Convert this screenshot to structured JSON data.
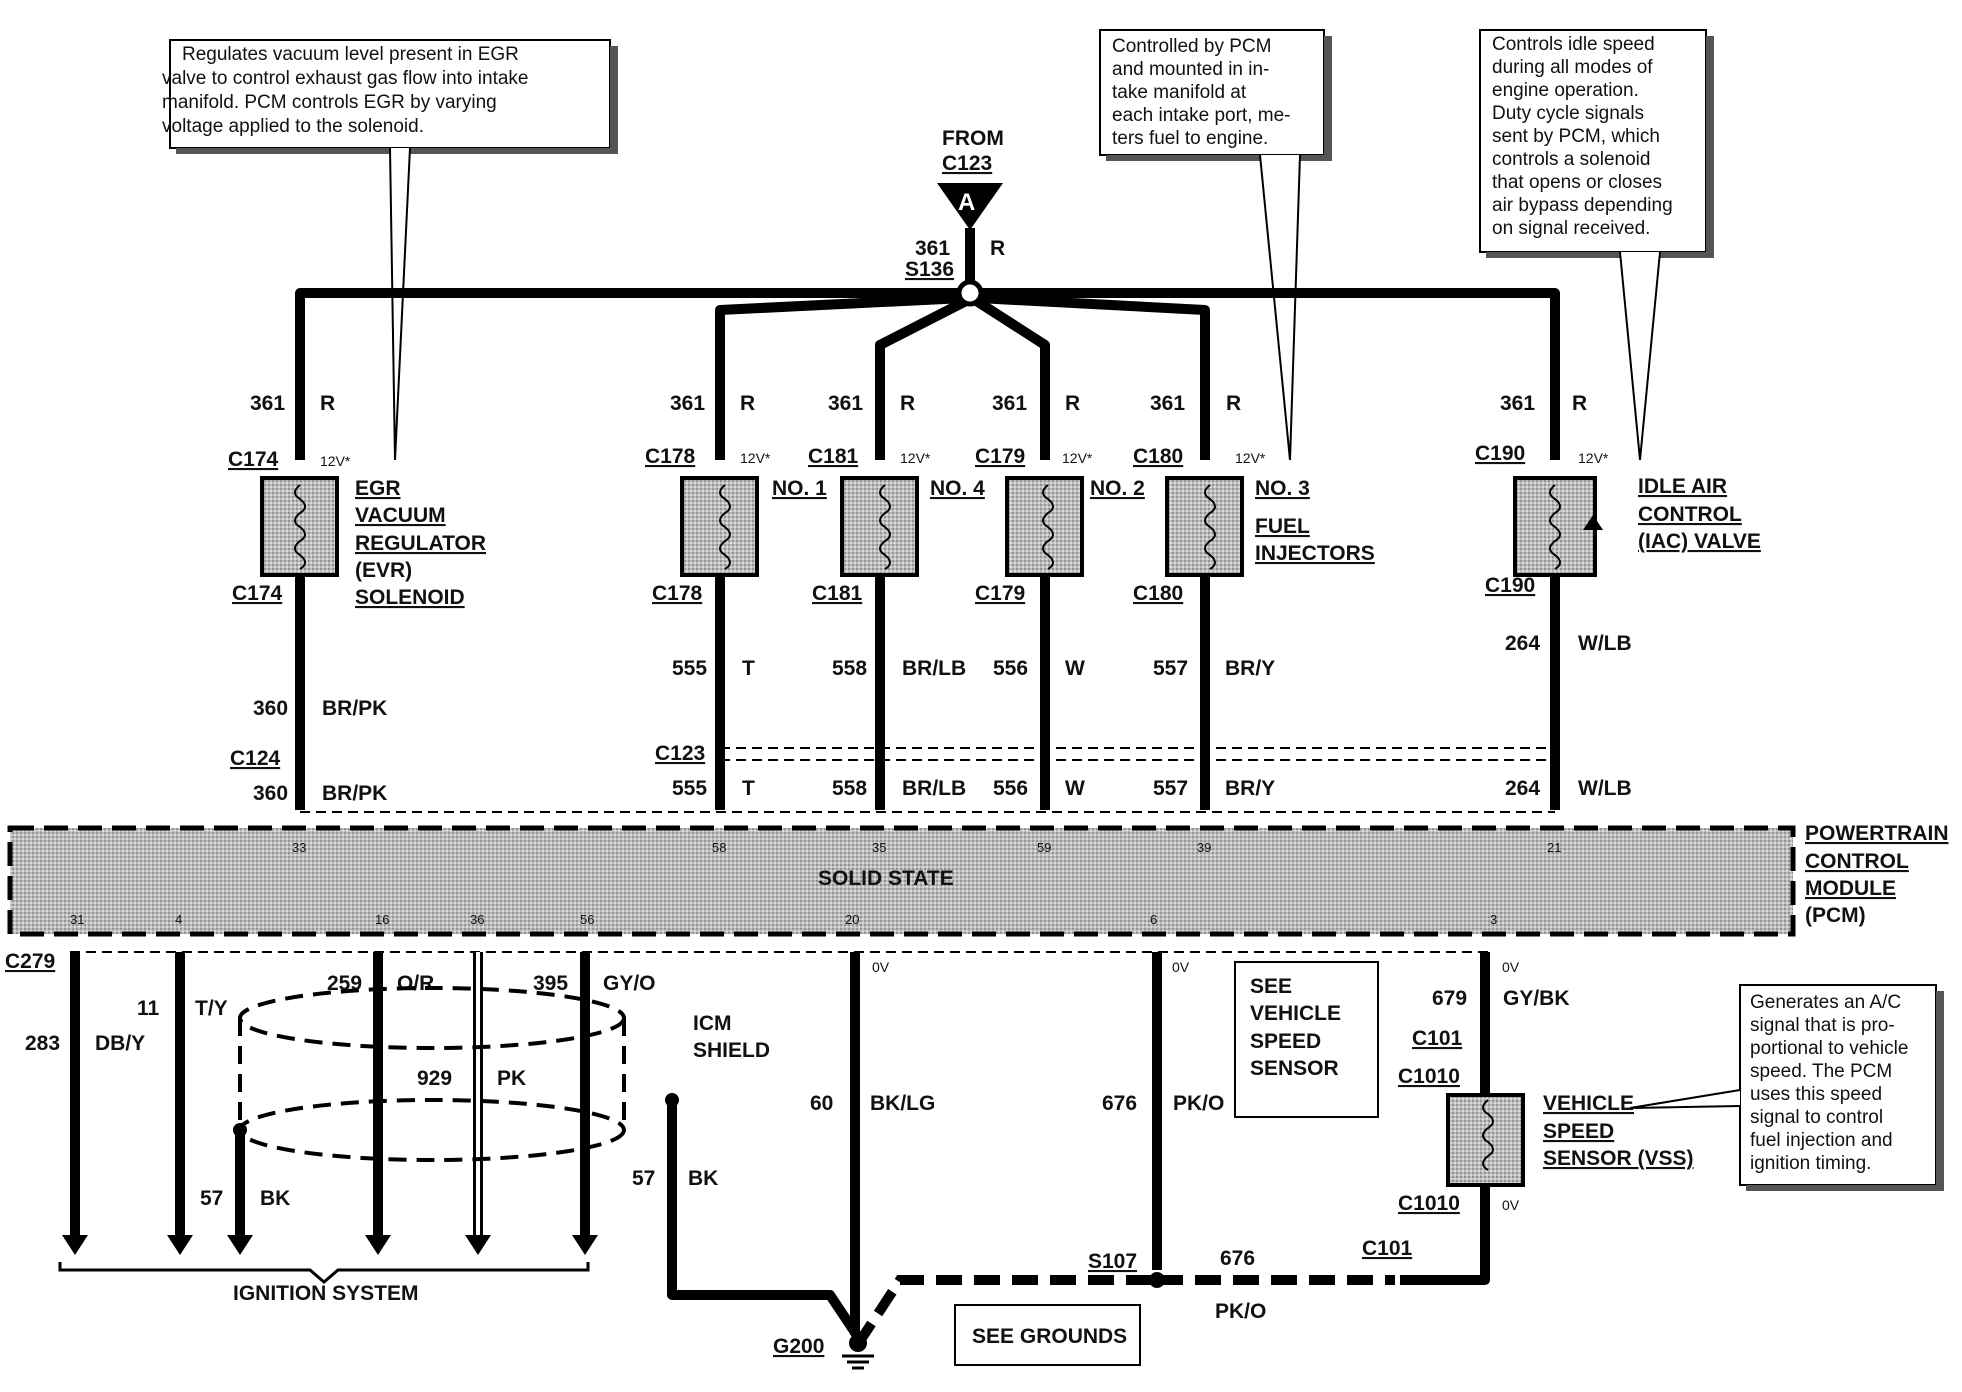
{
  "source": {
    "from": "FROM",
    "connector": "C123",
    "marker": "A",
    "circuit": "361",
    "color": "R",
    "splice": "S136"
  },
  "notes": {
    "egr": [
      "Regulates vacuum level present in EGR",
      "valve to control exhaust gas flow into intake",
      "manifold. PCM controls EGR by varying",
      "voltage applied to the solenoid."
    ],
    "injectors": [
      "Controlled by PCM",
      "and mounted in in-",
      "take manifold at",
      "each intake port, me-",
      "ters fuel to engine."
    ],
    "iac": [
      "Controls idle speed",
      "during all modes of",
      "engine operation.",
      "Duty cycle signals",
      "sent by PCM, which",
      "controls a solenoid",
      "that opens or closes",
      "air bypass depending",
      "on signal received."
    ],
    "vss": [
      "Generates an A/C",
      "signal that is pro-",
      "portional to vehicle",
      "speed. The PCM",
      "uses this speed",
      "signal to control",
      "fuel injection and",
      "ignition timing."
    ]
  },
  "upper_branches": [
    {
      "id": "egr",
      "circuit": "361",
      "color": "R",
      "conn_top": "C174",
      "voltage": "12V*",
      "conn_bottom": "C174",
      "label_lines": [
        "EGR",
        "VACUUM",
        "REGULATOR",
        "(EVR)",
        "SOLENOID"
      ],
      "lower_circuit": "360",
      "lower_color": "BR/PK",
      "inline_conn": "C124",
      "pcm_circuit": "360",
      "pcm_color": "BR/PK",
      "pcm_pin": "33"
    },
    {
      "id": "inj1",
      "circuit": "361",
      "color": "R",
      "conn_top": "C178",
      "voltage": "12V*",
      "conn_bottom": "C178",
      "label_lines": [
        "NO. 1"
      ],
      "lower_circuit": "555",
      "lower_color": "T",
      "pcm_circuit": "555",
      "pcm_color": "T",
      "pcm_pin": "58"
    },
    {
      "id": "inj4",
      "circuit": "361",
      "color": "R",
      "conn_top": "C181",
      "voltage": "12V*",
      "conn_bottom": "C181",
      "label_lines": [
        "NO. 4"
      ],
      "lower_circuit": "558",
      "lower_color": "BR/LB",
      "pcm_circuit": "558",
      "pcm_color": "BR/LB",
      "pcm_pin": "35"
    },
    {
      "id": "inj2",
      "circuit": "361",
      "color": "R",
      "conn_top": "C179",
      "voltage": "12V*",
      "conn_bottom": "C179",
      "label_lines": [
        "NO. 2"
      ],
      "lower_circuit": "556",
      "lower_color": "W",
      "pcm_circuit": "556",
      "pcm_color": "W",
      "pcm_pin": "59"
    },
    {
      "id": "inj3",
      "circuit": "361",
      "color": "R",
      "conn_top": "C180",
      "voltage": "12V*",
      "conn_bottom": "C180",
      "label_lines": [
        "NO. 3",
        "FUEL",
        "INJECTORS"
      ],
      "lower_circuit": "557",
      "lower_color": "BR/Y",
      "pcm_circuit": "557",
      "pcm_color": "BR/Y",
      "pcm_pin": "39"
    },
    {
      "id": "iac",
      "circuit": "361",
      "color": "R",
      "conn_top": "C190",
      "voltage": "12V*",
      "conn_bottom": "C190",
      "label_lines": [
        "IDLE AIR",
        "CONTROL",
        "(IAC) VALVE"
      ],
      "lower_circuit": "264",
      "lower_color": "W/LB",
      "pcm_circuit": "264",
      "pcm_color": "W/LB",
      "pcm_pin": "21"
    }
  ],
  "inline_conn_injectors": "C123",
  "pcm": {
    "label_lines": [
      "POWERTRAIN",
      "CONTROL",
      "MODULE",
      "(PCM)"
    ],
    "state": "SOLID STATE",
    "bottom_pins": [
      "31",
      "4",
      "16",
      "36",
      "56",
      "20",
      "6",
      "3"
    ]
  },
  "lower": {
    "conn": "C279",
    "w283": {
      "circuit": "283",
      "color": "DB/Y"
    },
    "w11": {
      "circuit": "11",
      "color": "T/Y"
    },
    "w259": {
      "circuit": "259",
      "color": "O/R"
    },
    "w395": {
      "circuit": "395",
      "color": "GY/O"
    },
    "w929": {
      "circuit": "929",
      "color": "PK"
    },
    "shield_label": [
      "ICM",
      "SHIELD"
    ],
    "w57a": {
      "circuit": "57",
      "color": "BK"
    },
    "w57b": {
      "circuit": "57",
      "color": "BK"
    },
    "ignition": "IGNITION SYSTEM",
    "w60": {
      "circuit": "60",
      "color": "BK/LG",
      "voltage": "0V"
    },
    "w676": {
      "circuit": "676",
      "color": "PK/O",
      "voltage": "0V"
    },
    "see_vss": [
      "SEE",
      "VEHICLE",
      "SPEED",
      "SENSOR"
    ],
    "w679": {
      "circuit": "679",
      "color": "GY/BK",
      "voltage": "0V"
    },
    "c101_top": "C101",
    "c1010_top": "C1010",
    "vss_label": [
      "VEHICLE",
      "SPEED",
      "SENSOR (VSS)"
    ],
    "c1010_bottom": "C1010",
    "vss_bottom_voltage": "0V",
    "c101_bottom": "C101",
    "splice": "S107",
    "ground_circuit": "676",
    "ground_color": "PK/O",
    "ground": "G200",
    "see_grounds": "SEE GROUNDS"
  }
}
